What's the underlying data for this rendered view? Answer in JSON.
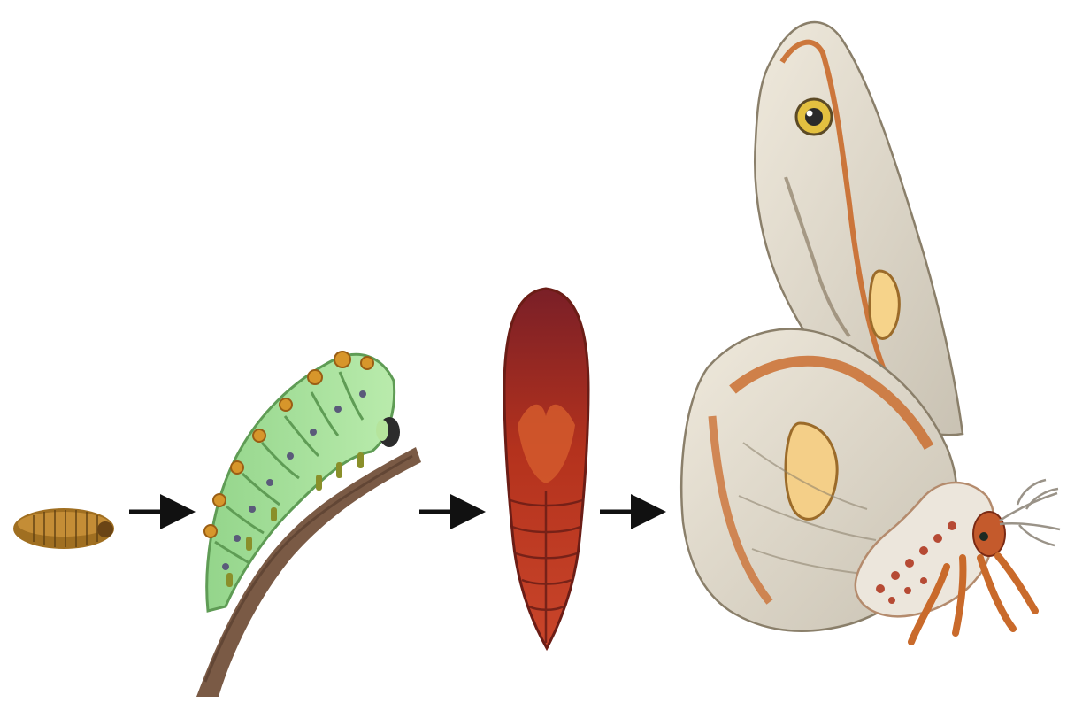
{
  "diagram": {
    "type": "life-cycle",
    "direction": "left-to-right",
    "stages": [
      {
        "id": "larva-early",
        "icon": "small-larva-illustration"
      },
      {
        "id": "caterpillar",
        "icon": "caterpillar-on-branch-illustration"
      },
      {
        "id": "pupa",
        "icon": "pupa-illustration"
      },
      {
        "id": "adult-moth",
        "icon": "moth-illustration"
      }
    ],
    "arrows": [
      {
        "from": "larva-early",
        "to": "caterpillar"
      },
      {
        "from": "caterpillar",
        "to": "pupa"
      },
      {
        "from": "pupa",
        "to": "adult-moth"
      }
    ]
  },
  "colors": {
    "background": "#ffffff",
    "arrow": "#111111",
    "larva": "#b07a2a",
    "caterpillar": "#9fd69a",
    "branch": "#7a5a45",
    "pupa": "#b5301c",
    "moth_wing": "#d8d2c4",
    "moth_accent": "#c96a2b",
    "moth_body": "#e7e1d6"
  }
}
